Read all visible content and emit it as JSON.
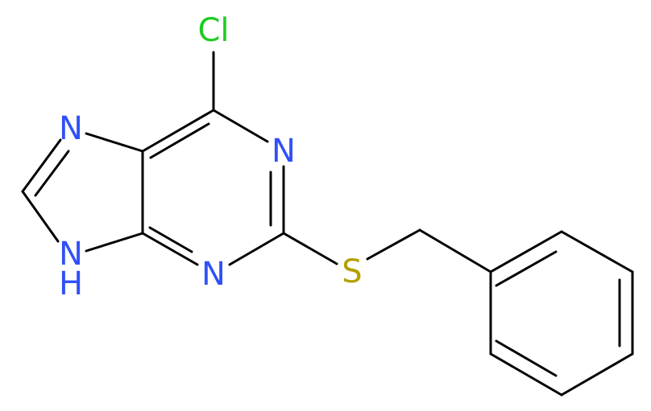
{
  "molecule": {
    "atoms": {
      "cl": "Cl",
      "n_imidazole_top": "N",
      "n_pyrimidine_right": "N",
      "nh_imidazole": "H",
      "n_imidazole_nh": "N",
      "n_pyrimidine_bottom": "N",
      "s": "S"
    },
    "colors": {
      "chlorine": "#1fcc1f",
      "nitrogen": "#3050f8",
      "sulfur": "#b3a000",
      "bond": "#000000"
    }
  }
}
